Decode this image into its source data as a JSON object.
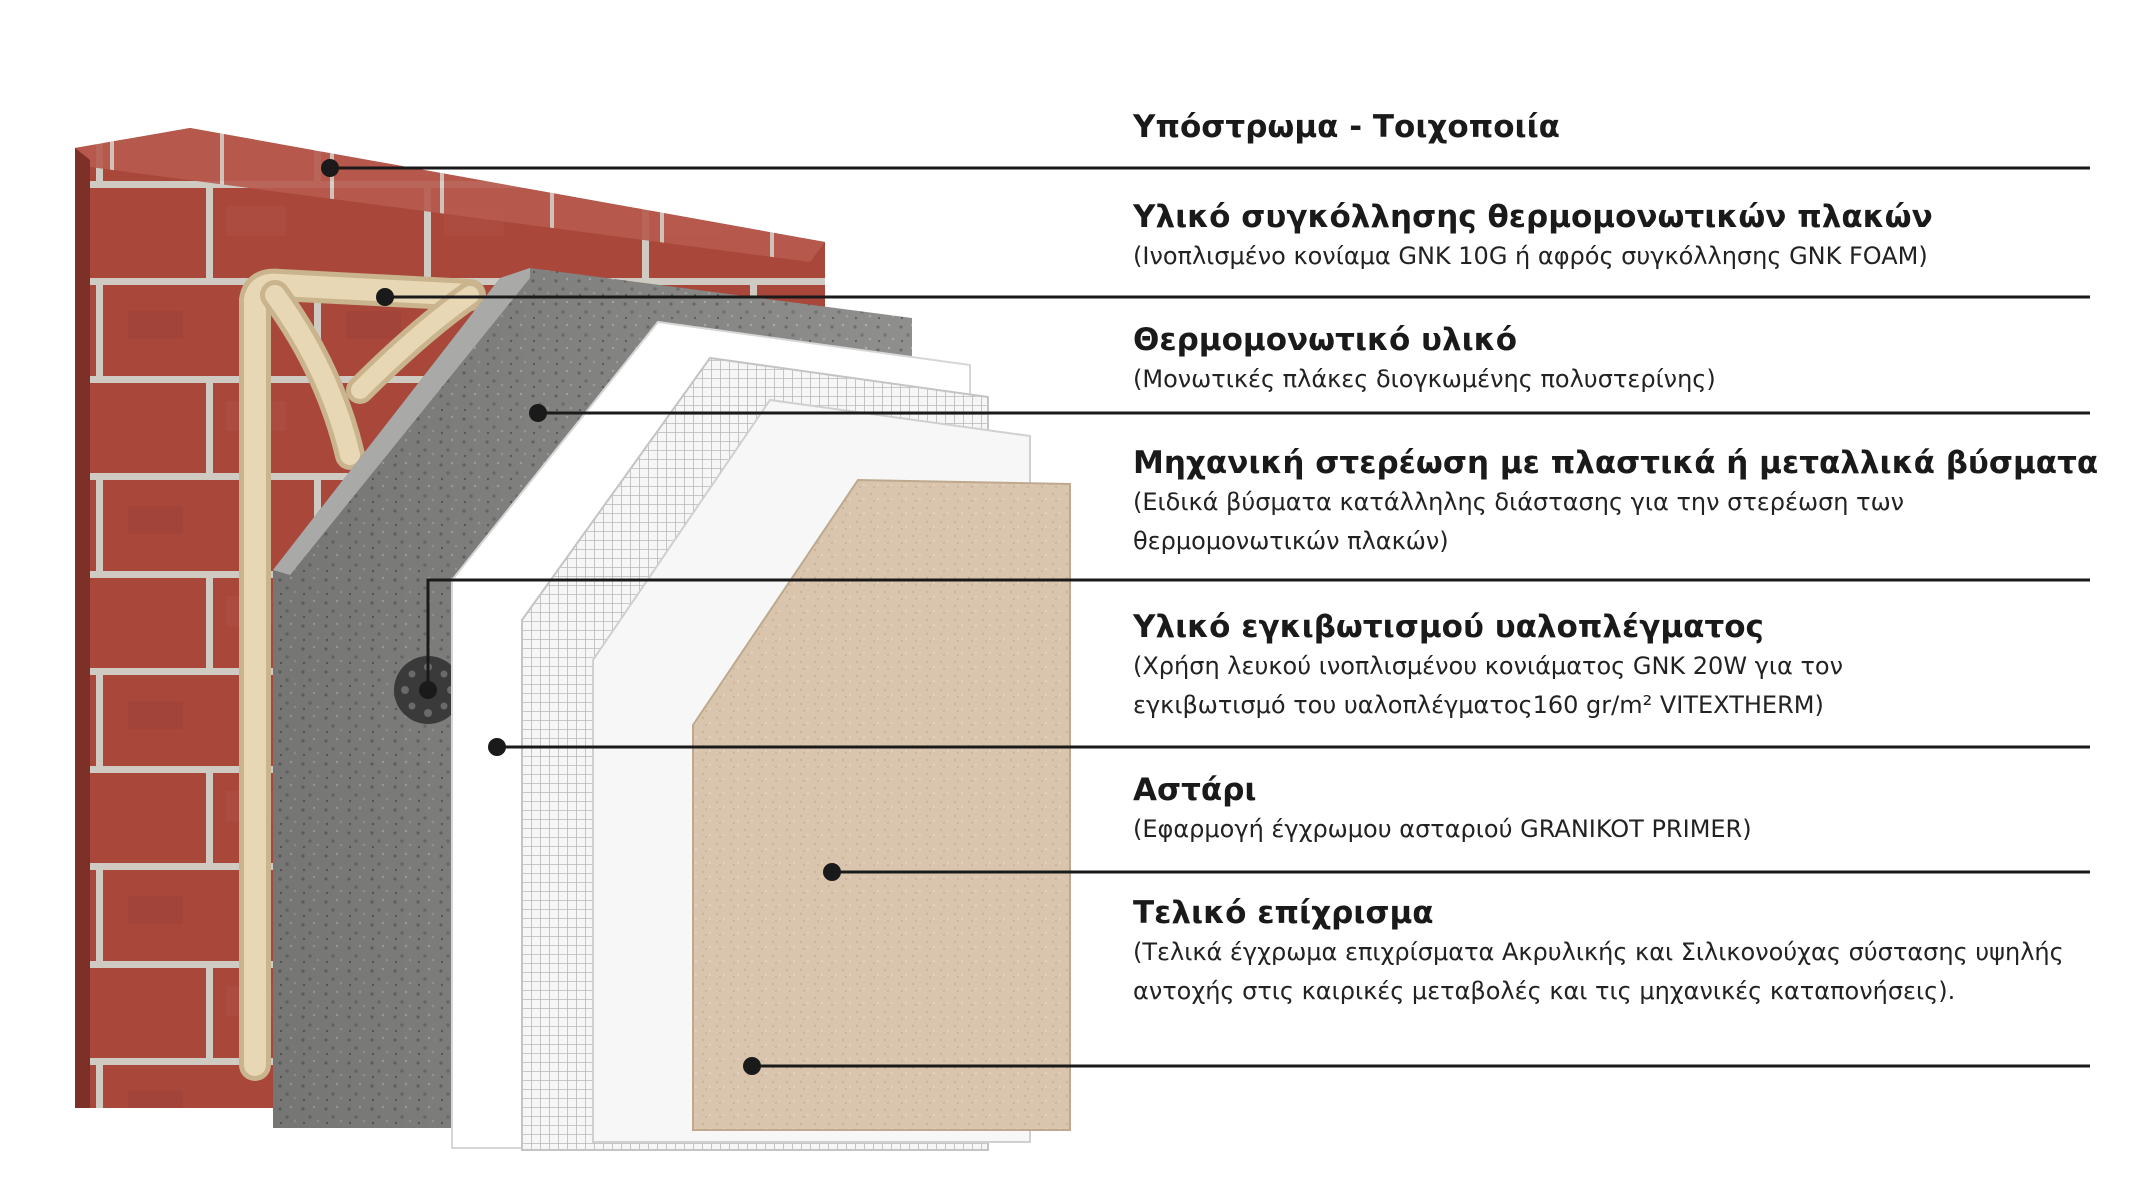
{
  "layers": [
    {
      "title": "Υπόστρωμα - Τοιχοποιία",
      "desc": ""
    },
    {
      "title": "Υλικό συγκόλλησης θερμομονωτικών πλακών",
      "desc": "(Ινοπλισμένο κονίαμα GNK 10G ή αφρός συγκόλλησης GNK FOAM)"
    },
    {
      "title": "Θερμομονωτικό υλικό",
      "desc": "(Μονωτικές πλάκες διογκωμένης πολυστερίνης)"
    },
    {
      "title": "Μηχανική στερέωση με πλαστικά ή μεταλλικά βύσματα",
      "desc": "(Ειδικά βύσματα κατάλληλης διάστασης για την στερέωση των θερμομονωτικών πλακών)"
    },
    {
      "title": "Υλικό εγκιβωτισμού υαλοπλέγματος",
      "desc": "(Χρήση λευκού ινοπλισμένου κονιάματος GNK 20W για τον εγκιβωτισμό του υαλοπλέγματος160 gr/m² VITEXTHERM)"
    },
    {
      "title": "Αστάρι",
      "desc": "(Εφαρμογή έγχρωμου ασταριού GRANIKOT PRIMER)"
    },
    {
      "title": "Τελικό επίχρισμα",
      "desc": "(Τελικά έγχρωμα επιχρίσματα Ακρυλικής και Σιλικονούχας σύστασης υψηλής αντοχής στις καιρικές μεταβολές και τις μηχανικές καταπονήσεις)."
    }
  ],
  "colors": {
    "brick": "#a8473a",
    "mortar": "#cfcac2",
    "adhesive": "#e7d7b4",
    "insulation": "#8f8f8d",
    "base_coat": "#ffffff",
    "mesh": "#f0f0f0",
    "primer": "#f7f7f7",
    "finish": "#d9c5ad",
    "leader_line": "#1a1a1a"
  }
}
